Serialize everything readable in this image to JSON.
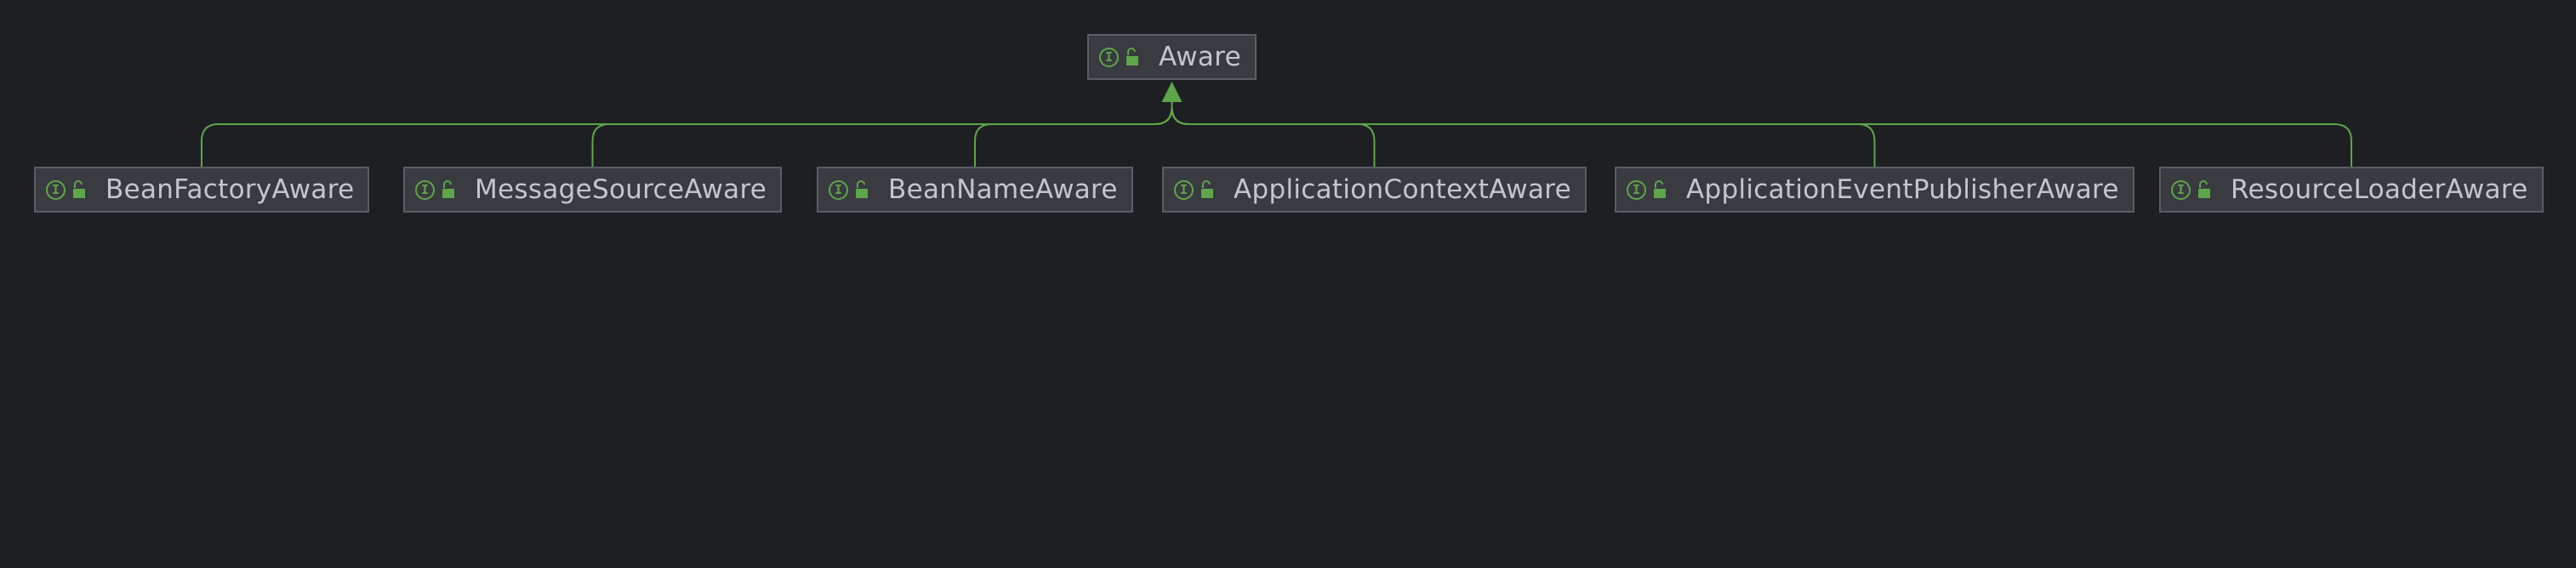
{
  "diagram": {
    "type": "class-hierarchy",
    "root": {
      "name": "Aware",
      "kind": "interface"
    },
    "children": [
      {
        "name": "BeanFactoryAware",
        "kind": "interface"
      },
      {
        "name": "MessageSourceAware",
        "kind": "interface"
      },
      {
        "name": "BeanNameAware",
        "kind": "interface"
      },
      {
        "name": "ApplicationContextAware",
        "kind": "interface"
      },
      {
        "name": "ApplicationEventPublisherAware",
        "kind": "interface"
      },
      {
        "name": "ResourceLoaderAware",
        "kind": "interface"
      }
    ],
    "relationship": "extends",
    "icons": {
      "interface": "interface-icon",
      "visibility": "lock-open-icon"
    },
    "colors": {
      "background": "#1e1f22",
      "node_fill": "#393b40",
      "node_border": "#5a5d63",
      "text": "#c3c6cc",
      "edge": "#5fa54a",
      "icon": "#5fa54a"
    }
  }
}
